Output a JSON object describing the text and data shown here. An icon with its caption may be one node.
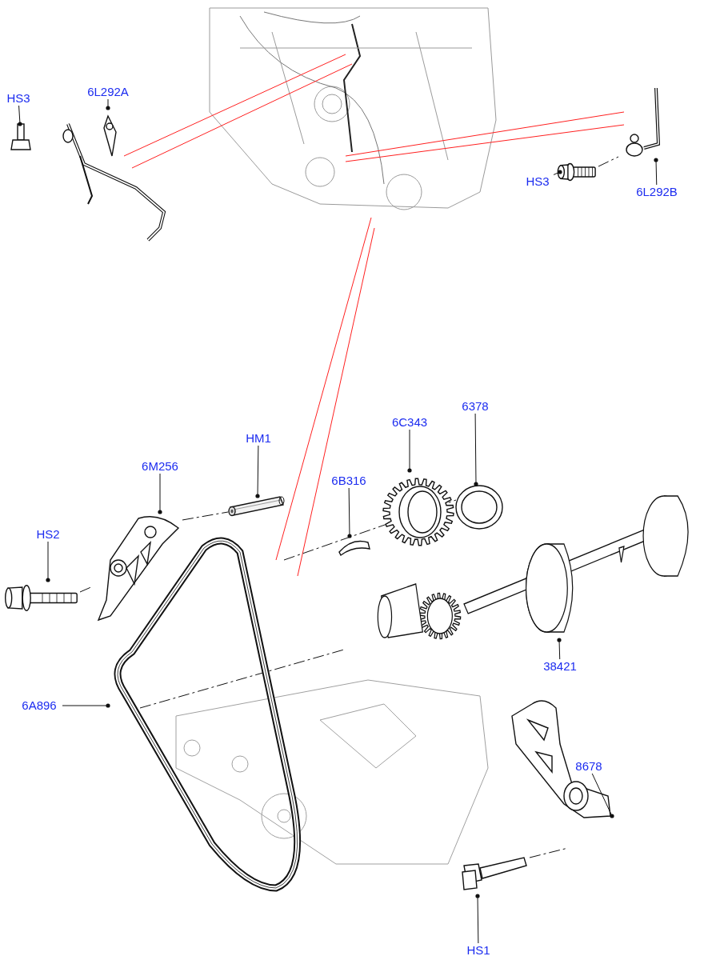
{
  "diagram": {
    "nodes": [
      {
        "text": [
          "HS3"
        ]
      },
      {
        "text": [
          "6L292A"
        ]
      },
      {
        "text": [
          "HS3"
        ]
      },
      {
        "text": [
          "6L292B"
        ]
      },
      {
        "text": [
          "HM1"
        ]
      },
      {
        "text": [
          "6M256"
        ]
      },
      {
        "text": [
          "HS2"
        ]
      },
      {
        "text": [
          "6B316"
        ]
      },
      {
        "text": [
          "6C343"
        ]
      },
      {
        "text": [
          "6378"
        ]
      },
      {
        "text": [
          "38421"
        ]
      },
      {
        "text": [
          "6A896"
        ]
      },
      {
        "text": [
          "8678"
        ]
      },
      {
        "text": [
          "HS1"
        ]
      },
      {
        "text": [],
        "shape": "picture"
      },
      {
        "text": [],
        "shape": "picture"
      },
      {
        "text": [],
        "shape": "picture"
      },
      {
        "text": [],
        "shape": "picture"
      },
      {
        "text": [],
        "shape": "picture"
      },
      {
        "text": [],
        "shape": "picture"
      },
      {
        "text": [],
        "shape": "picture"
      },
      {
        "text": [],
        "shape": "picture"
      },
      {
        "text": [],
        "shape": "picture"
      },
      {
        "text": [],
        "shape": "picture"
      },
      {
        "text": [],
        "shape": "picture"
      },
      {
        "text": [],
        "shape": "picture"
      },
      {
        "text": [],
        "shape": "picture"
      },
      {
        "text": [],
        "shape": "picture"
      }
    ],
    "edges": [
      {
        "from": 0,
        "to": 14,
        "arrow": "other"
      },
      {
        "from": 1,
        "to": 15,
        "arrow": "other"
      },
      {
        "from": 2,
        "to": 16,
        "arrow": "other"
      },
      {
        "from": 3,
        "to": 17,
        "arrow": "other"
      },
      {
        "from": 4,
        "to": 18,
        "arrow": "other"
      },
      {
        "from": 5,
        "to": 19,
        "arrow": "other"
      },
      {
        "from": 6,
        "to": 20,
        "arrow": "other"
      },
      {
        "from": 7,
        "to": 21,
        "arrow": "other"
      },
      {
        "from": 8,
        "to": 22,
        "arrow": "other"
      },
      {
        "from": 9,
        "to": 23,
        "arrow": "other"
      },
      {
        "from": 10,
        "to": 24,
        "arrow": "other"
      },
      {
        "from": 11,
        "to": 25,
        "arrow": "other"
      },
      {
        "from": 12,
        "to": 26,
        "arrow": "other"
      },
      {
        "from": 13,
        "to": 27,
        "arrow": "other"
      }
    ]
  }
}
